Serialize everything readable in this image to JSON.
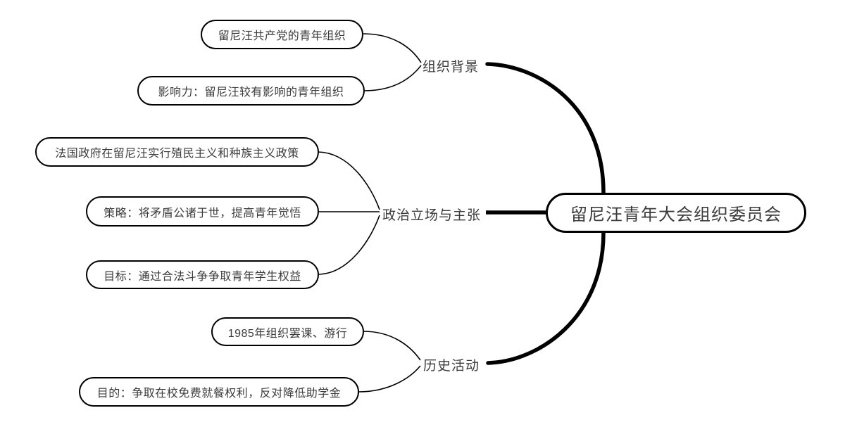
{
  "root": {
    "label": "留尼汪青年大会组织委员会"
  },
  "branches": [
    {
      "label": "组织背景",
      "children": [
        {
          "label": "留尼汪共产党的青年组织"
        },
        {
          "label": "影响力：留尼汪较有影响的青年组织"
        }
      ]
    },
    {
      "label": "政治立场与主张",
      "children": [
        {
          "label": "法国政府在留尼汪实行殖民主义和种族主义政策"
        },
        {
          "label": "策略：将矛盾公诸于世，提高青年觉悟"
        },
        {
          "label": "目标：通过合法斗争争取青年学生权益"
        }
      ]
    },
    {
      "label": "历史活动",
      "children": [
        {
          "label": "1985年组织罢课、游行"
        },
        {
          "label": "目的：争取在校免费就餐权利，反对降低助学金"
        }
      ]
    }
  ],
  "colors": {
    "line": "#000000",
    "text": "#3b3b3b",
    "node_background": "#ffffff"
  }
}
